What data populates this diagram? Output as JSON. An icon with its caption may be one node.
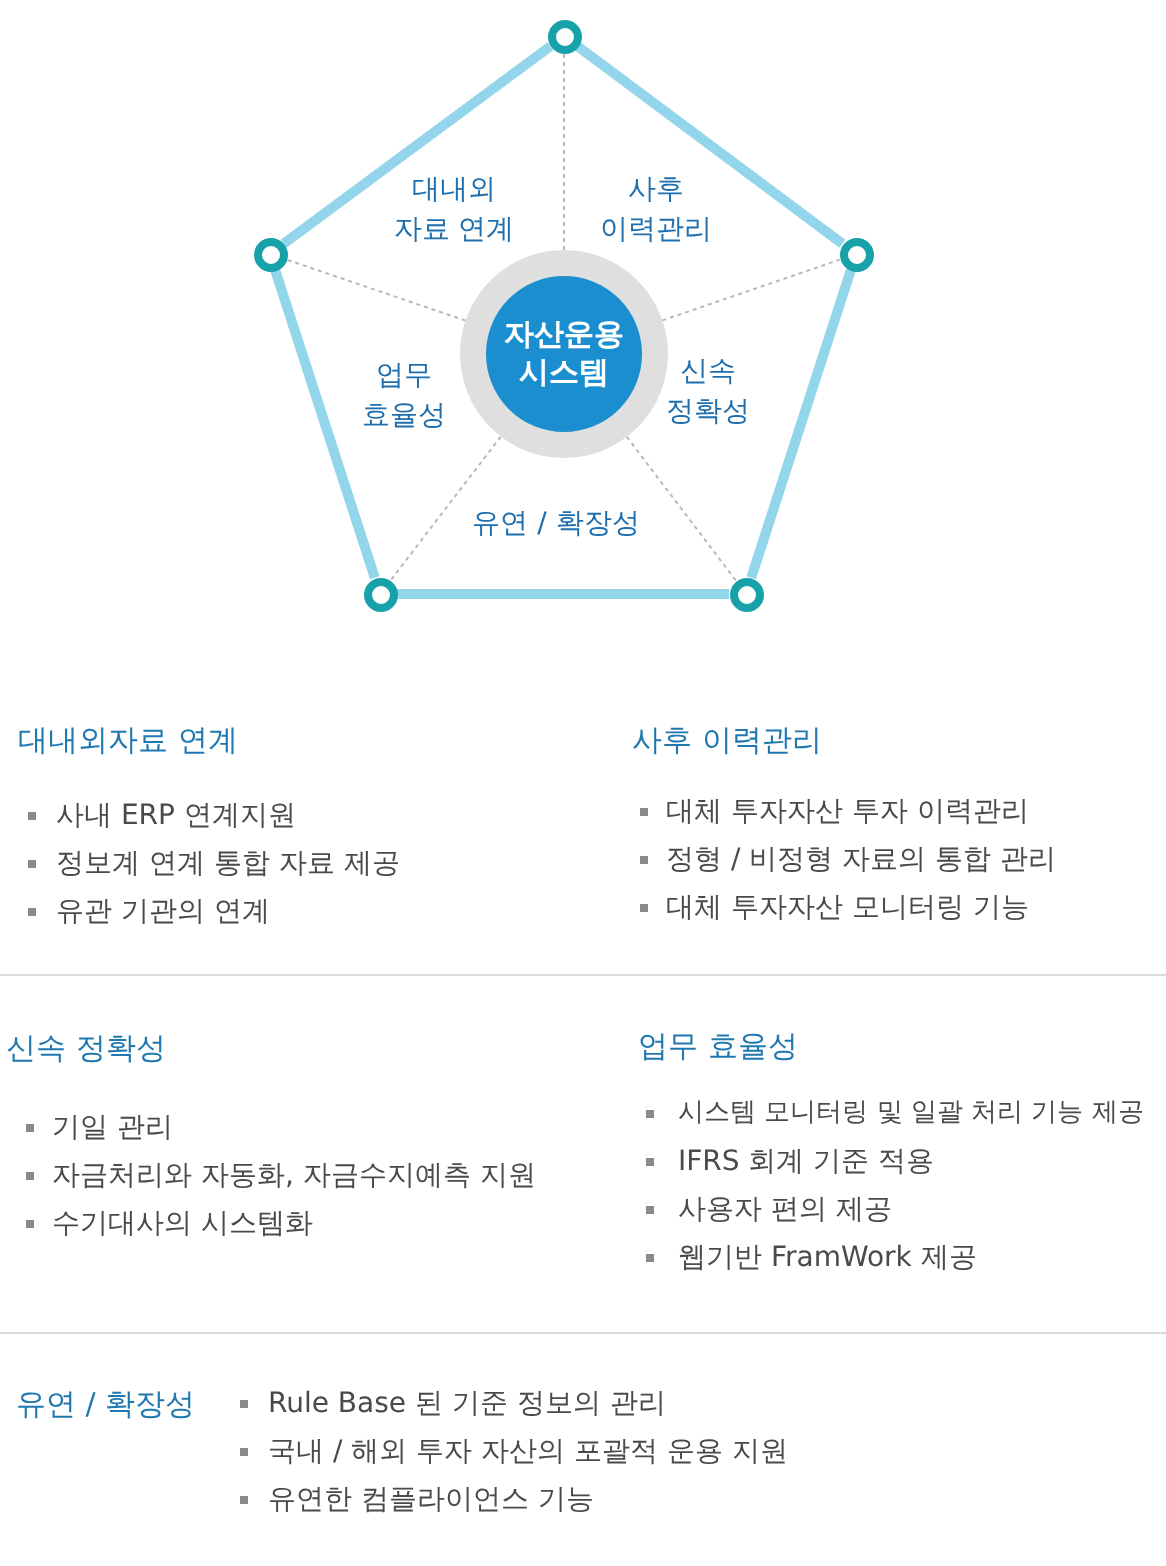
{
  "diagram": {
    "nodes": [
      {
        "text": [
          "자산운용 시스템"
        ]
      },
      {
        "text": [],
        "shape": "circle"
      },
      {
        "text": [],
        "shape": "circle"
      },
      {
        "text": [],
        "shape": "circle"
      },
      {
        "text": [],
        "shape": "circle"
      },
      {
        "text": [],
        "shape": "circle"
      }
    ],
    "edges": [
      {
        "from": 1,
        "to": 3,
        "arrow": "none",
        "style": "thick",
        "color": "#93d5ea"
      },
      {
        "from": 3,
        "to": 5,
        "arrow": "none",
        "style": "thick",
        "color": "#93d5ea"
      },
      {
        "from": 5,
        "to": 4,
        "arrow": "none",
        "style": "thick",
        "color": "#93d5ea"
      },
      {
        "from": 4,
        "to": 2,
        "arrow": "none",
        "style": "thick",
        "color": "#93d5ea"
      },
      {
        "from": 2,
        "to": 1,
        "arrow": "none",
        "style": "thick",
        "color": "#93d5ea"
      },
      {
        "from": 0,
        "to": 1,
        "arrow": "none",
        "style": "dashed",
        "color": "#b8b8b8"
      },
      {
        "from": 0,
        "to": 2,
        "arrow": "none",
        "style": "dashed",
        "color": "#b8b8b8"
      },
      {
        "from": 0,
        "to": 3,
        "arrow": "none",
        "style": "dashed",
        "color": "#b8b8b8"
      },
      {
        "from": 0,
        "to": 4,
        "arrow": "none",
        "style": "dashed",
        "color": "#b8b8b8"
      },
      {
        "from": 0,
        "to": 5,
        "arrow": "none",
        "style": "dashed",
        "color": "#b8b8b8"
      }
    ],
    "labels": [
      "대내외 자료 연계",
      "사후 이력관리",
      "업무 효율성",
      "신속 정확성",
      "유연 / 확장성",
      "대내외자료 연계",
      "사내 ERP 연계지원",
      "정보계 연계 통합 자료 제공",
      "유관 기관의 연계",
      "사후 이력관리",
      "대체 투자자산 투자 이력관리",
      "정형 / 비정형 자료의 통합 관리",
      "대체 투자자산 모니터링 기능",
      "신속 정확성",
      "기일 관리",
      "자금처리와 자동화, 자금수지예측 지원",
      "수기대사의 시스템화",
      "업무 효율성",
      "시스템 모니터링 및 일괄 처리 기능 제공",
      "IFRS 회계 기준 적용",
      "사용자 편의 제공",
      "웹기반 FramWork 제공",
      "유연 / 확장성",
      "Rule Base 된 기준 정보의 관리",
      "국내 / 해외 투자 자산의 포괄적 운용 지원",
      "유연한 컴플라이언스 기능"
    ]
  }
}
